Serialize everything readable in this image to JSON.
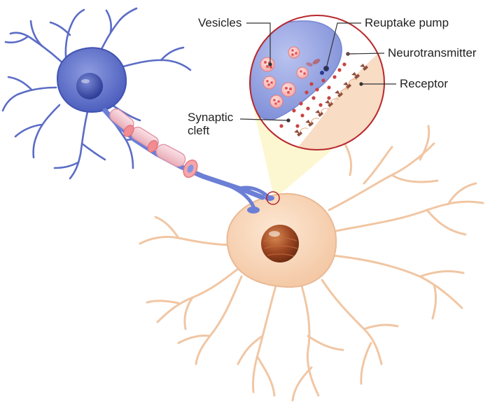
{
  "labels": {
    "vesicles": "Vesicles",
    "reuptake_pump": "Reuptake pump",
    "neurotransmitter": "Neurotransmitter",
    "receptor": "Receptor",
    "synaptic_cleft_line1": "Synaptic",
    "synaptic_cleft_line2": "cleft"
  },
  "colors": {
    "presynaptic_neuron": "#5d6fc9",
    "presynaptic_dark": "#3e4ea6",
    "postsynaptic_neuron": "#f7d9bf",
    "postsynaptic_outline": "#e8b48e",
    "nucleus_post": "#8a3a1c",
    "myelin_sheath": "#f2c7cf",
    "node_ring": "#f08a8e",
    "zoom_cone": "#fbf6c8",
    "zoom_border": "#b8262c",
    "vesicle": "#e85a5a",
    "receptor": "#8f4e3c",
    "leader_line": "#333333"
  }
}
